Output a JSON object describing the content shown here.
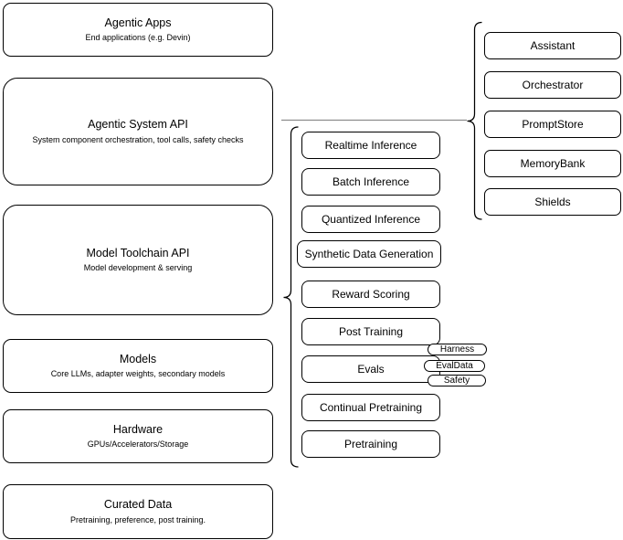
{
  "diagram": {
    "left_stack": [
      {
        "title": "Agentic Apps",
        "subtitle": "End applications (e.g. Devin)"
      },
      {
        "title": "Agentic System API",
        "subtitle": "System component orchestration, tool calls, safety checks"
      },
      {
        "title": "Model Toolchain API",
        "subtitle": "Model development & serving"
      },
      {
        "title": "Models",
        "subtitle": "Core LLMs, adapter weights, secondary models"
      },
      {
        "title": "Hardware",
        "subtitle": "GPUs/Accelerators/Storage"
      },
      {
        "title": "Curated Data",
        "subtitle": "Pretraining, preference, post training."
      }
    ],
    "toolchain_components": [
      "Realtime Inference",
      "Batch Inference",
      "Quantized Inference",
      "Synthetic Data Generation",
      "Reward Scoring",
      "Post Training",
      "Evals",
      "Continual Pretraining",
      "Pretraining"
    ],
    "eval_tags": [
      "Harness",
      "EvalData",
      "Safety"
    ],
    "system_components": [
      "Assistant",
      "Orchestrator",
      "PromptStore",
      "MemoryBank",
      "Shields"
    ],
    "colors": {
      "shape_stroke": "#000000",
      "shape_fill": "#ffffff",
      "connector": "#8c8c8c",
      "text": "#000000"
    }
  }
}
